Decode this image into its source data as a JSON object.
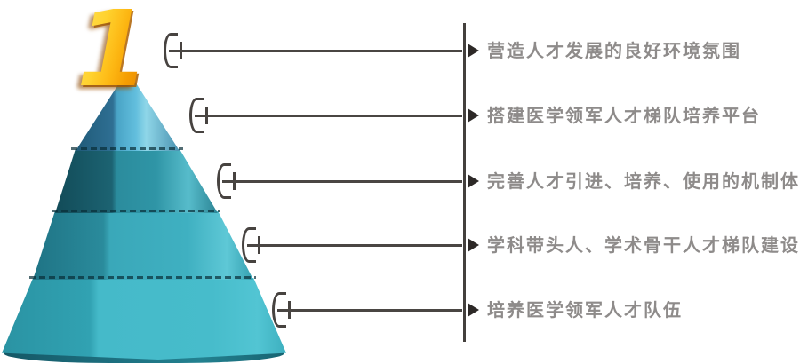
{
  "diagram": {
    "type": "cone-pyramid-list",
    "levels_count": 5,
    "rank_number": "1",
    "items": [
      {
        "label": "营造人才发展的良好环境氛围"
      },
      {
        "label": "搭建医学领军人才梯队培养平台"
      },
      {
        "label": "完善人才引进、培养、使用的机制体制"
      },
      {
        "label": "学科带头人、学术骨干人才梯队建设"
      },
      {
        "label": "培养医学领军人才队伍"
      }
    ],
    "colors": {
      "cone_dark": "#1c6372",
      "cone_mid": "#2f95a6",
      "cone_bright": "#45bac9",
      "cone_base_rim": "#1d7080",
      "gold_number": "#fdb713",
      "connector_line": "#4a4643",
      "arrow": "#2d2927",
      "label_text": "#8e8b8a"
    }
  }
}
